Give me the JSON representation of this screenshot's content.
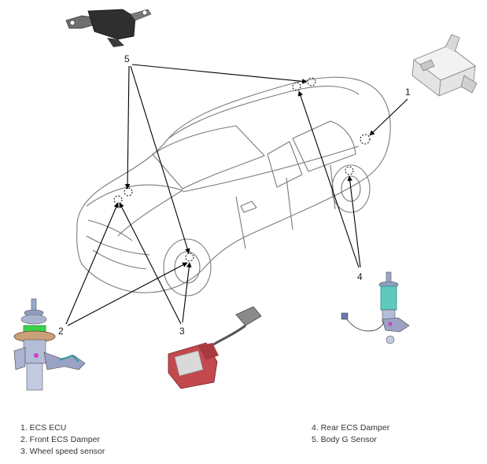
{
  "callouts": [
    "1",
    "2",
    "3",
    "4",
    "5"
  ],
  "legend": {
    "left": [
      "1. ECS ECU",
      "2. Front ECS Damper",
      "3. Wheel speed sensor"
    ],
    "right": [
      "4. Rear ECS Damper",
      "5. Body G Sensor"
    ]
  },
  "colors": {
    "line": "#000000",
    "car_outline": "#7a7a7a",
    "damper_green": "#3ad24a",
    "damper_teal": "#5fc9c0",
    "sensor_red": "#c24a4f",
    "text": "#333333"
  }
}
